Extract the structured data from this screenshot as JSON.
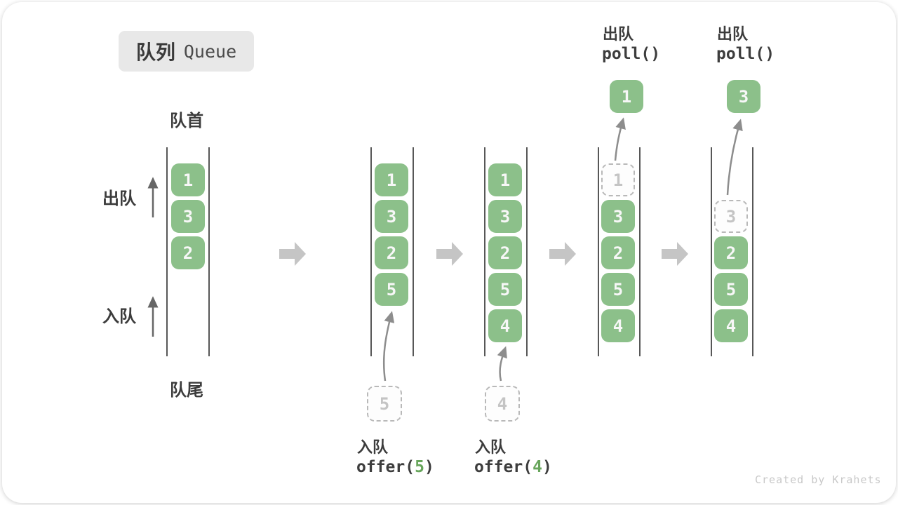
{
  "title": {
    "zh": "队列",
    "en": "Queue"
  },
  "labels": {
    "front": "队首",
    "rear": "队尾",
    "dequeue": "出队",
    "enqueue": "入队"
  },
  "states": [
    {
      "name": "initial",
      "boxes": [
        "1",
        "3",
        "2"
      ]
    },
    {
      "name": "after-offer-5",
      "boxes": [
        "1",
        "3",
        "2",
        "5"
      ],
      "incoming": "5",
      "op": {
        "label": "入队",
        "code_prefix": "offer(",
        "arg": "5",
        "code_suffix": ")"
      }
    },
    {
      "name": "after-offer-4",
      "boxes": [
        "1",
        "3",
        "2",
        "5",
        "4"
      ],
      "incoming": "4",
      "op": {
        "label": "入队",
        "code_prefix": "offer(",
        "arg": "4",
        "code_suffix": ")"
      }
    },
    {
      "name": "after-poll-1",
      "boxes": [
        "3",
        "2",
        "5",
        "4"
      ],
      "removed": "1",
      "polled": "1",
      "op": {
        "label": "出队",
        "code": "poll()"
      }
    },
    {
      "name": "after-poll-3",
      "boxes": [
        "2",
        "5",
        "4"
      ],
      "removed": "3",
      "polled": "3",
      "op": {
        "label": "出队",
        "code": "poll()"
      }
    }
  ],
  "colors": {
    "box_green": "#8cc08a",
    "arg_green": "#67a55b",
    "block_arrow_grey": "#c5c5c5",
    "dashed_grey": "#b9b9b9",
    "badge_bg": "#e8e8e8",
    "wall_grey": "#575757"
  },
  "watermark": "Created by Krahets"
}
